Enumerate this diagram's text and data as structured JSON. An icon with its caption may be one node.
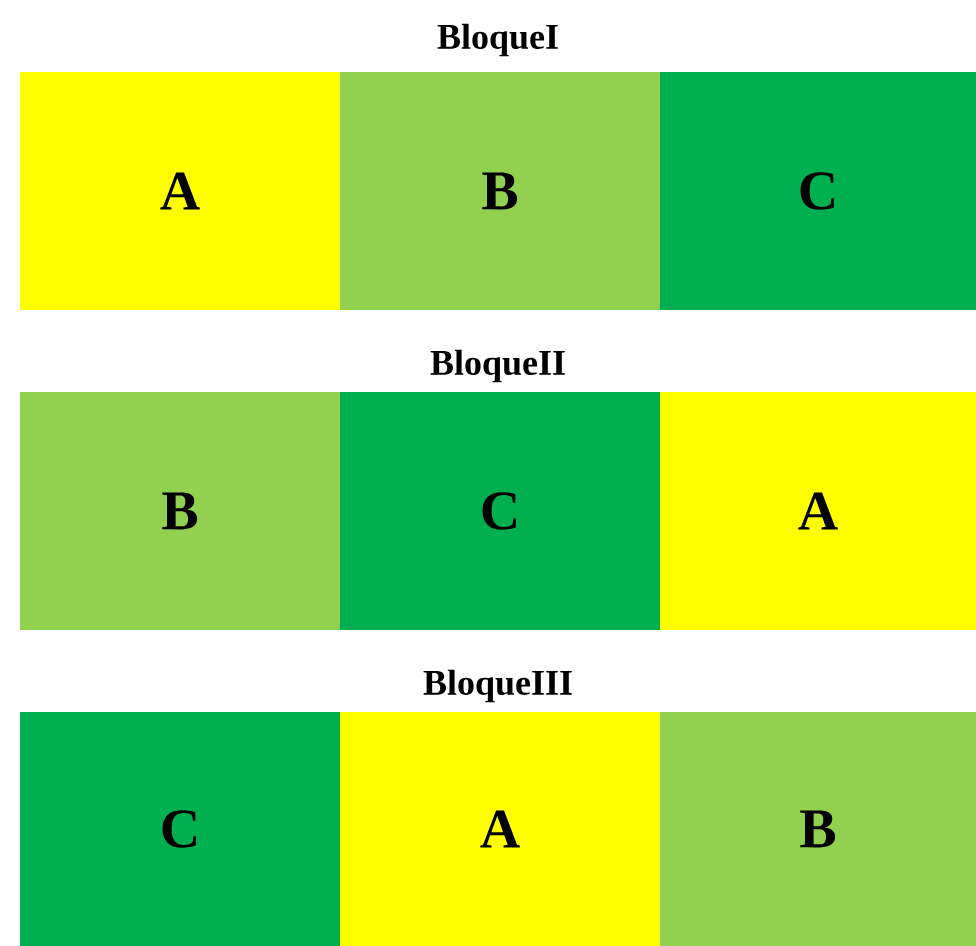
{
  "diagram": {
    "nodes": [
      {
        "text": [
          "A"
        ]
      },
      {
        "text": [
          "B"
        ]
      },
      {
        "text": [
          "C"
        ]
      },
      {
        "text": [
          "B"
        ]
      },
      {
        "text": [
          "C"
        ]
      },
      {
        "text": [
          "A"
        ]
      },
      {
        "text": [
          "C"
        ]
      },
      {
        "text": [
          "A"
        ]
      },
      {
        "text": [
          "B"
        ]
      }
    ],
    "labels": [
      "BloqueI",
      "BloqueII",
      "BloqueIII"
    ]
  }
}
